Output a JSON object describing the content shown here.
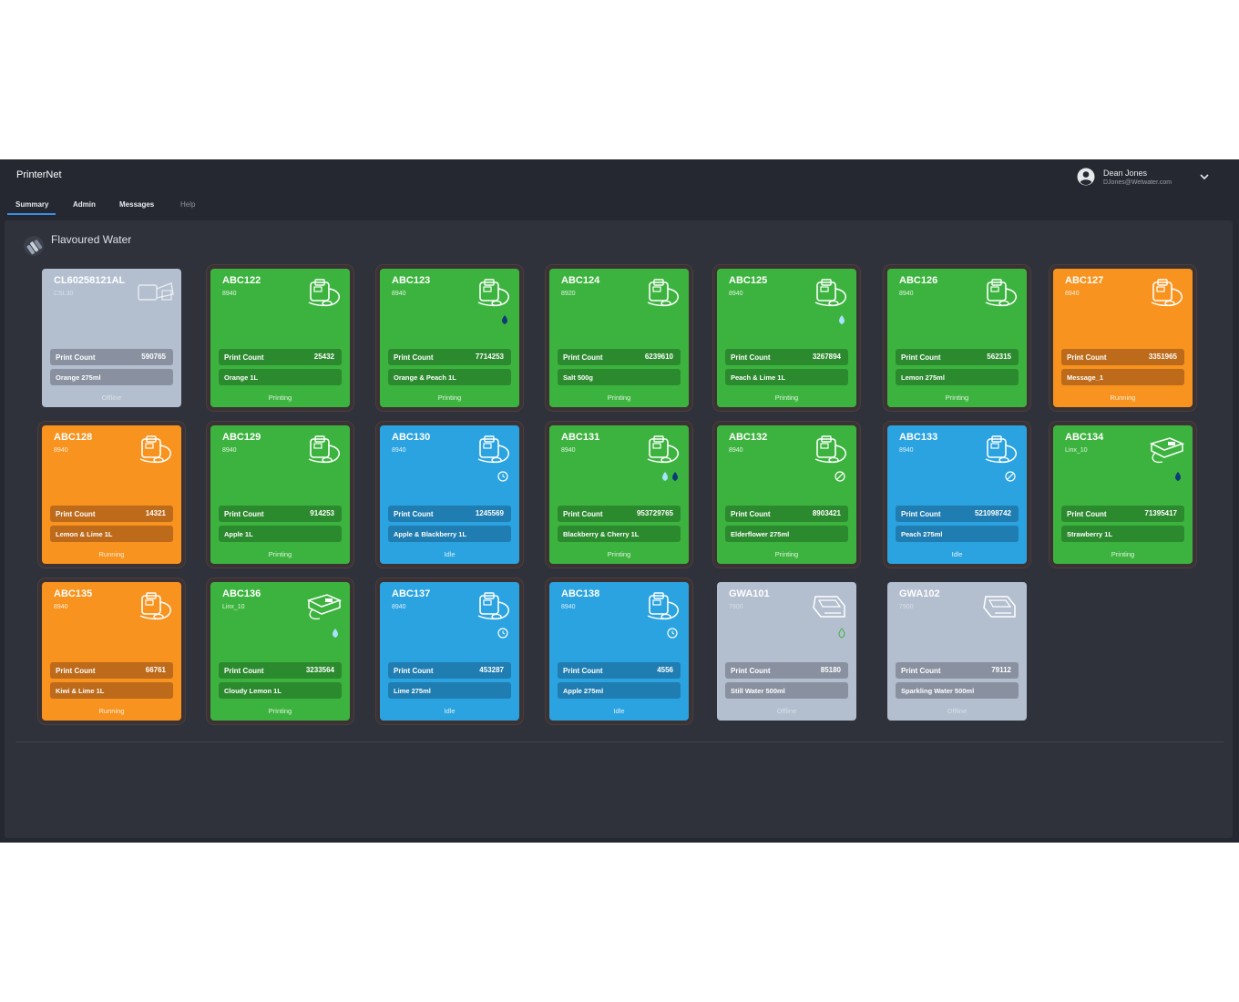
{
  "app": {
    "title": "PrinterNet"
  },
  "nav": {
    "tabs": [
      "Summary",
      "Admin",
      "Messages",
      "Help"
    ]
  },
  "user": {
    "name": "Dean Jones",
    "email": "DJones@Wetwater.com"
  },
  "group": {
    "title": "Flavoured Water"
  },
  "colors": {
    "green": "#3db33f",
    "orange": "#f7931e",
    "blue": "#2aa3e0",
    "grey": "#b3bfcf",
    "background": "#2f323b"
  },
  "printers": [
    {
      "name": "CL60258121AL",
      "model": "CSL30",
      "print_count_label": "Print Count",
      "print_count": "590765",
      "message": "Orange 275ml",
      "status": "Offline",
      "color": "grey",
      "icon": "laser-coder-icon",
      "indicator": ""
    },
    {
      "name": "ABC122",
      "model": "8940",
      "print_count_label": "Print Count",
      "print_count": "25432",
      "message": "Orange 1L",
      "status": "Printing",
      "color": "green",
      "icon": "printer-icon",
      "indicator": ""
    },
    {
      "name": "ABC123",
      "model": "8940",
      "print_count_label": "Print Count",
      "print_count": "7714253",
      "message": "Orange & Peach 1L",
      "status": "Printing",
      "color": "green",
      "icon": "printer-icon",
      "indicator": "ink-drop-dark"
    },
    {
      "name": "ABC124",
      "model": "8920",
      "print_count_label": "Print Count",
      "print_count": "6239610",
      "message": "Salt 500g",
      "status": "Printing",
      "color": "green",
      "icon": "printer-icon",
      "indicator": ""
    },
    {
      "name": "ABC125",
      "model": "8940",
      "print_count_label": "Print Count",
      "print_count": "3267894",
      "message": "Peach & Lime 1L",
      "status": "Printing",
      "color": "green",
      "icon": "printer-icon",
      "indicator": "ink-drop-light"
    },
    {
      "name": "ABC126",
      "model": "8940",
      "print_count_label": "Print Count",
      "print_count": "562315",
      "message": "Lemon 275ml",
      "status": "Printing",
      "color": "green",
      "icon": "printer-icon",
      "indicator": ""
    },
    {
      "name": "ABC127",
      "model": "8940",
      "print_count_label": "Print Count",
      "print_count": "3351965",
      "message": "Message_1",
      "status": "Running",
      "color": "orange",
      "icon": "printer-icon",
      "indicator": ""
    },
    {
      "name": "ABC128",
      "model": "8940",
      "print_count_label": "Print Count",
      "print_count": "14321",
      "message": "Lemon & Lime 1L",
      "status": "Running",
      "color": "orange",
      "icon": "printer-icon",
      "indicator": ""
    },
    {
      "name": "ABC129",
      "model": "8940",
      "print_count_label": "Print Count",
      "print_count": "914253",
      "message": "Apple 1L",
      "status": "Printing",
      "color": "green",
      "icon": "printer-icon",
      "indicator": ""
    },
    {
      "name": "ABC130",
      "model": "8940",
      "print_count_label": "Print Count",
      "print_count": "1245569",
      "message": "Apple & Blackberry 1L",
      "status": "Idle",
      "color": "blue",
      "icon": "printer-icon",
      "indicator": "idle-clock"
    },
    {
      "name": "ABC131",
      "model": "8940",
      "print_count_label": "Print Count",
      "print_count": "953729765",
      "message": "Blackberry & Cherry 1L",
      "status": "Printing",
      "color": "green",
      "icon": "printer-icon",
      "indicator": "ink-drop-pair"
    },
    {
      "name": "ABC132",
      "model": "8940",
      "print_count_label": "Print Count",
      "print_count": "8903421",
      "message": "Elderflower 275ml",
      "status": "Printing",
      "color": "green",
      "icon": "printer-icon",
      "indicator": "blocked"
    },
    {
      "name": "ABC133",
      "model": "8940",
      "print_count_label": "Print Count",
      "print_count": "521098742",
      "message": "Peach 275ml",
      "status": "Idle",
      "color": "blue",
      "icon": "printer-icon",
      "indicator": "blocked"
    },
    {
      "name": "ABC134",
      "model": "Linx_10",
      "print_count_label": "Print Count",
      "print_count": "71395417",
      "message": "Strawberry 1L",
      "status": "Printing",
      "color": "green",
      "icon": "handheld-printer-icon",
      "indicator": "ink-drop-dark"
    },
    {
      "name": "ABC135",
      "model": "8940",
      "print_count_label": "Print Count",
      "print_count": "66761",
      "message": "Kiwi & Lime 1L",
      "status": "Running",
      "color": "orange",
      "icon": "printer-icon",
      "indicator": ""
    },
    {
      "name": "ABC136",
      "model": "Linx_10",
      "print_count_label": "Print Count",
      "print_count": "3233564",
      "message": "Cloudy Lemon 1L",
      "status": "Printing",
      "color": "green",
      "icon": "handheld-printer-icon",
      "indicator": "ink-drop-light"
    },
    {
      "name": "ABC137",
      "model": "8940",
      "print_count_label": "Print Count",
      "print_count": "453287",
      "message": "Lime 275ml",
      "status": "Idle",
      "color": "blue",
      "icon": "printer-icon",
      "indicator": "idle-clock"
    },
    {
      "name": "ABC138",
      "model": "8940",
      "print_count_label": "Print Count",
      "print_count": "4556",
      "message": "Apple 275ml",
      "status": "Idle",
      "color": "blue",
      "icon": "printer-icon",
      "indicator": "idle-clock"
    },
    {
      "name": "GWA101",
      "model": "7900",
      "print_count_label": "Print Count",
      "print_count": "85180",
      "message": "Still Water 500ml",
      "status": "Offline",
      "color": "grey",
      "icon": "label-printer-icon",
      "indicator": "ink-drop-outline"
    },
    {
      "name": "GWA102",
      "model": "7900",
      "print_count_label": "Print Count",
      "print_count": "79112",
      "message": "Sparkling Water 500ml",
      "status": "Offline",
      "color": "grey",
      "icon": "label-printer-icon",
      "indicator": ""
    }
  ]
}
